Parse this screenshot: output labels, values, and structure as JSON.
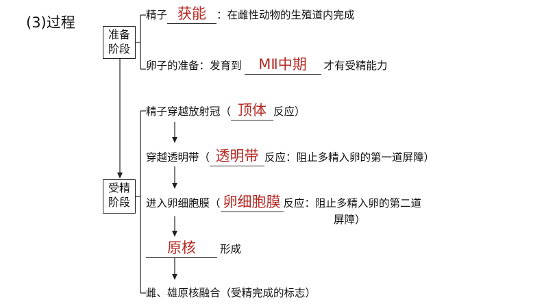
{
  "title": "(3)过程",
  "stage1": {
    "label_line1": "准备",
    "label_line2": "阶段",
    "item1_prefix": "精子",
    "item1_answer": "获能",
    "item1_suffix": "：在雌性动物的生殖道内完成",
    "item2_prefix": "卵子的准备：发育到",
    "item2_answer": "MⅡ中期",
    "item2_suffix": "才有受精能力"
  },
  "stage2": {
    "label_line1": "受精",
    "label_line2": "阶段",
    "step1_prefix": "精子穿越放射冠（",
    "step1_answer": "顶体",
    "step1_suffix": "反应）",
    "step2_prefix": "穿越透明带（",
    "step2_answer": "透明带",
    "step2_suffix": "反应：阻止多精入卵的第一道屏障）",
    "step3_prefix": "进入卵细胞膜（",
    "step3_answer": "卵细胞膜",
    "step3_suffix": "反应：阻止多精入卵的第二道",
    "step3_suffix_line2": "屏障）",
    "step4_answer": "原核",
    "step4_suffix": "形成",
    "step5_text": "雌、雄原核融合（受精完成的标志）"
  }
}
